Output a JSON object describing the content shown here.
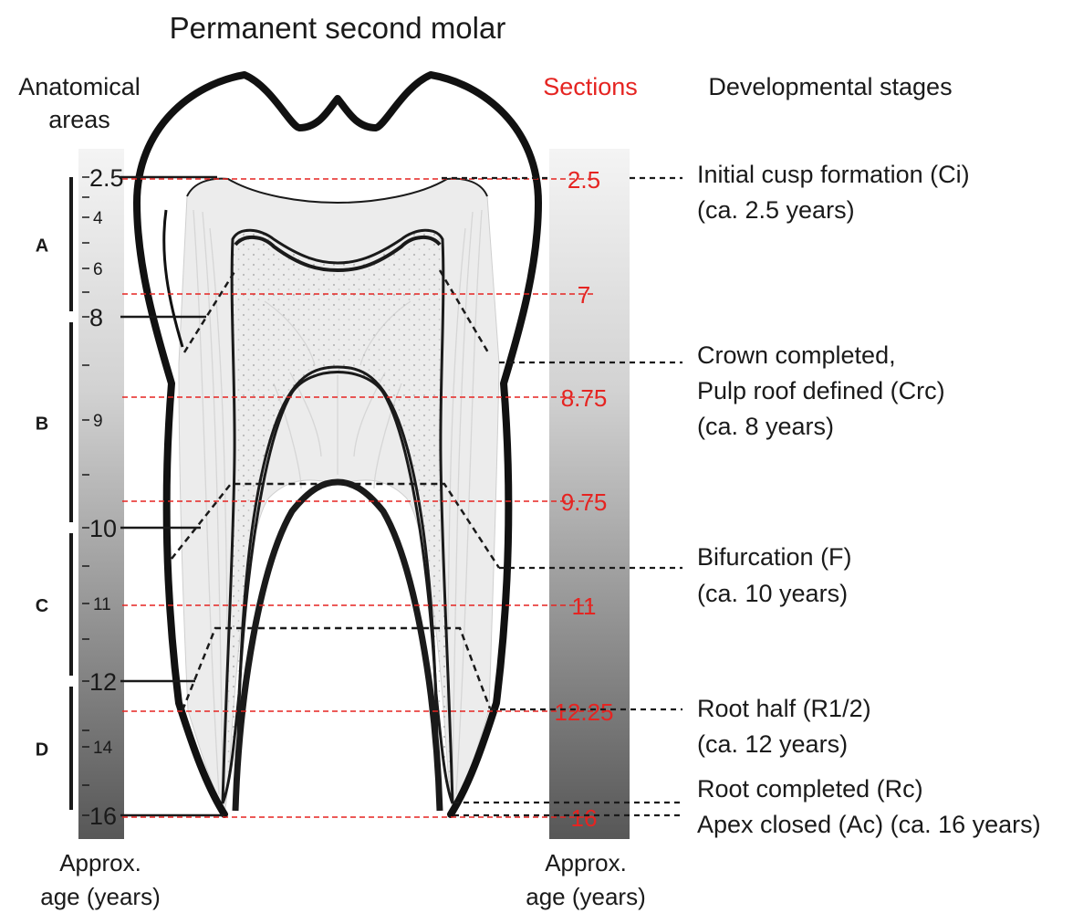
{
  "title": "Permanent second molar",
  "headers": {
    "anatomical_areas": [
      "Anatomical",
      "areas"
    ],
    "sections": "Sections",
    "developmental_stages": "Developmental stages"
  },
  "colors": {
    "section_red": "#e52421",
    "ink": "#1a1a1a",
    "gradient_light": "#f4f4f4",
    "gradient_dark": "#555555"
  },
  "left_scale": {
    "ticks": [
      {
        "label": "2.5",
        "age": 2.5,
        "major": true
      },
      {
        "label": "4",
        "age": 4,
        "major": false
      },
      {
        "label": "6",
        "age": 6,
        "major": false
      },
      {
        "label": "8",
        "age": 8,
        "major": true
      },
      {
        "label": "9",
        "age": 9,
        "major": false
      },
      {
        "label": "10",
        "age": 10,
        "major": true
      },
      {
        "label": "11",
        "age": 11,
        "major": false
      },
      {
        "label": "12",
        "age": 12,
        "major": true
      },
      {
        "label": "14",
        "age": 14,
        "major": false
      },
      {
        "label": "16",
        "age": 16,
        "major": true
      }
    ],
    "footer": [
      "Approx.",
      "age (years)"
    ]
  },
  "areas": [
    {
      "label": "A",
      "from_age": 2.5,
      "to_age": 8
    },
    {
      "label": "B",
      "from_age": 8,
      "to_age": 10
    },
    {
      "label": "C",
      "from_age": 10,
      "to_age": 12
    },
    {
      "label": "D",
      "from_age": 12,
      "to_age": 16
    }
  ],
  "sections": {
    "values": [
      {
        "label": "2.5",
        "age": 2.5
      },
      {
        "label": "7",
        "age": 7
      },
      {
        "label": "8.75",
        "age": 8.75
      },
      {
        "label": "9.75",
        "age": 9.75
      },
      {
        "label": "11",
        "age": 11
      },
      {
        "label": "12.25",
        "age": 12.25
      },
      {
        "label": "16",
        "age": 16
      }
    ],
    "footer": [
      "Approx.",
      "age (years)"
    ]
  },
  "stages": [
    {
      "lines": [
        "Initial cusp formation (Ci)",
        "(ca. 2.5 years)"
      ]
    },
    {
      "lines": [
        "Crown completed,",
        "Pulp roof defined (Crc)",
        "(ca. 8 years)"
      ]
    },
    {
      "lines": [
        "Bifurcation (F)",
        "(ca. 10 years)"
      ]
    },
    {
      "lines": [
        "Root half (R1/2)",
        "(ca. 12 years)"
      ]
    },
    {
      "lines": [
        "Root completed (Rc)"
      ]
    },
    {
      "lines": [
        "Apex closed (Ac) (ca. 16 years)"
      ]
    }
  ]
}
